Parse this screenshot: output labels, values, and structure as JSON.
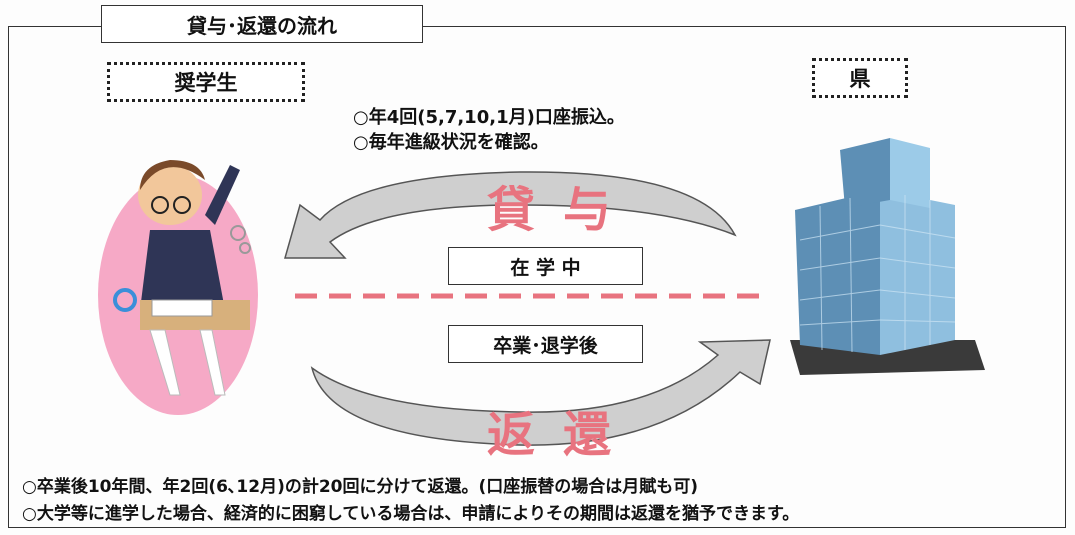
{
  "title": "貸与･返還の流れ",
  "left_party": "奨学生",
  "right_party": "県",
  "top_notes": [
    "○年4回(5,7,10,1月)口座振込。",
    "○毎年進級状況を確認。"
  ],
  "lending_word": "貸与",
  "repay_word": "返還",
  "during_label": "在 学 中",
  "after_label": "卒業･退学後",
  "bottom_notes": [
    "○卒業後10年間、年2回(6､12月)の計20回に分けて返還。(口座振替の場合は月賦も可)",
    "○大学等に進学した場合、経済的に困窮している場合は、申請によりその期間は返還を猶予できます。"
  ],
  "colors": {
    "accent": "#e8737f",
    "arrow": "#c9c9c9",
    "egg": "#f6a9c6",
    "building": "#6fa6c9"
  },
  "icons": [
    "student-illustration",
    "office-building-illustration"
  ]
}
